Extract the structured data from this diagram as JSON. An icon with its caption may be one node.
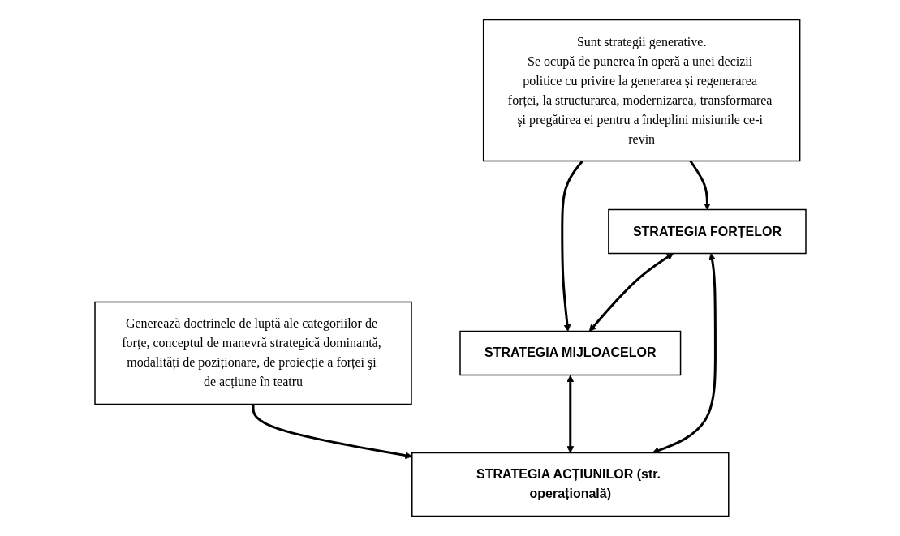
{
  "diagram": {
    "nodes": [
      {
        "text": [
          "STRATEGIA FORȚELOR"
        ]
      },
      {
        "text": [
          "STRATEGIA MIJLOACELOR"
        ]
      },
      {
        "text": [
          "STRATEGIA ACȚIUNILOR (str. operațională)"
        ]
      },
      {
        "text": [
          "Sunt strategii generative.",
          "Se ocupă de punerea în operă a unei decizii politice cu privire la generarea şi regenerarea forței, la structurarea, modernizarea, transformarea şi pregătirea ei pentru a îndeplini misiunile ce-i revin"
        ]
      },
      {
        "text": [
          "Generează doctrinele de luptă ale categoriilor de forțe, conceptul de manevră strategică dominantă, modalități de poziționare, de proiecție a forței şi de acțiune în teatru"
        ]
      }
    ],
    "edges": [
      {
        "from": 3,
        "to": 0,
        "arrow": "to"
      },
      {
        "from": 3,
        "to": 1,
        "arrow": "to"
      },
      {
        "from": 4,
        "to": 2,
        "arrow": "to"
      },
      {
        "from": 0,
        "to": 1,
        "arrow": "both"
      },
      {
        "from": 1,
        "to": 2,
        "arrow": "both"
      },
      {
        "from": 2,
        "to": 0,
        "arrow": "both"
      }
    ]
  }
}
